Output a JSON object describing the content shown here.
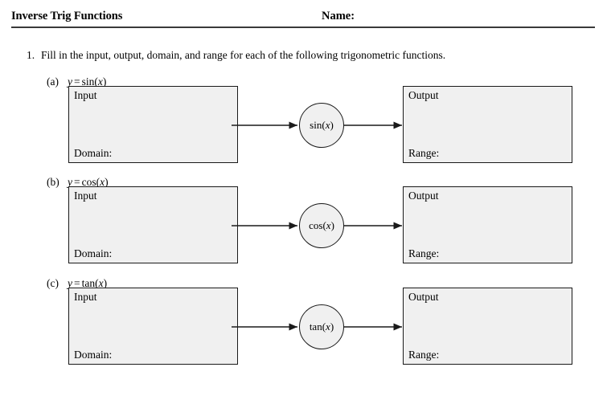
{
  "header": {
    "title": "Inverse Trig Functions",
    "name_label": "Name:"
  },
  "problem": {
    "number": "1.",
    "text": "Fill in the input, output, domain, and range for each of the following trigonometric functions."
  },
  "box_labels": {
    "input": "Input",
    "domain": "Domain:",
    "output": "Output",
    "range": "Range:"
  },
  "parts": [
    {
      "label": "(a)",
      "equation": "y = sin(x)",
      "eq_lhs": "y",
      "eq_op": "=",
      "eq_func": "sin",
      "eq_open": "(",
      "eq_arg": "x",
      "eq_close": ")",
      "circle_func": "sin",
      "circle_open": "(",
      "circle_arg": "x",
      "circle_close": ")",
      "input_label": "Input",
      "domain_label": "Domain:",
      "output_label": "Output",
      "range_label": "Range:"
    },
    {
      "label": "(b)",
      "equation": "y = cos(x)",
      "eq_lhs": "y",
      "eq_op": "=",
      "eq_func": "cos",
      "eq_open": "(",
      "eq_arg": "x",
      "eq_close": ")",
      "circle_func": "cos",
      "circle_open": "(",
      "circle_arg": "x",
      "circle_close": ")",
      "input_label": "Input",
      "domain_label": "Domain:",
      "output_label": "Output",
      "range_label": "Range:"
    },
    {
      "label": "(c)",
      "equation": "y = tan(x)",
      "eq_lhs": "y",
      "eq_op": "=",
      "eq_func": "tan",
      "eq_open": "(",
      "eq_arg": "x",
      "eq_close": ")",
      "circle_func": "tan",
      "circle_open": "(",
      "circle_arg": "x",
      "circle_close": ")",
      "input_label": "Input",
      "domain_label": "Domain:",
      "output_label": "Output",
      "range_label": "Range:"
    }
  ],
  "colors": {
    "page_background": "#ffffff",
    "text": "#000000",
    "box_fill": "#f0f0f0",
    "box_border": "#1a1a1a",
    "rule": "#3a3a3a",
    "arrow": "#1a1a1a"
  }
}
